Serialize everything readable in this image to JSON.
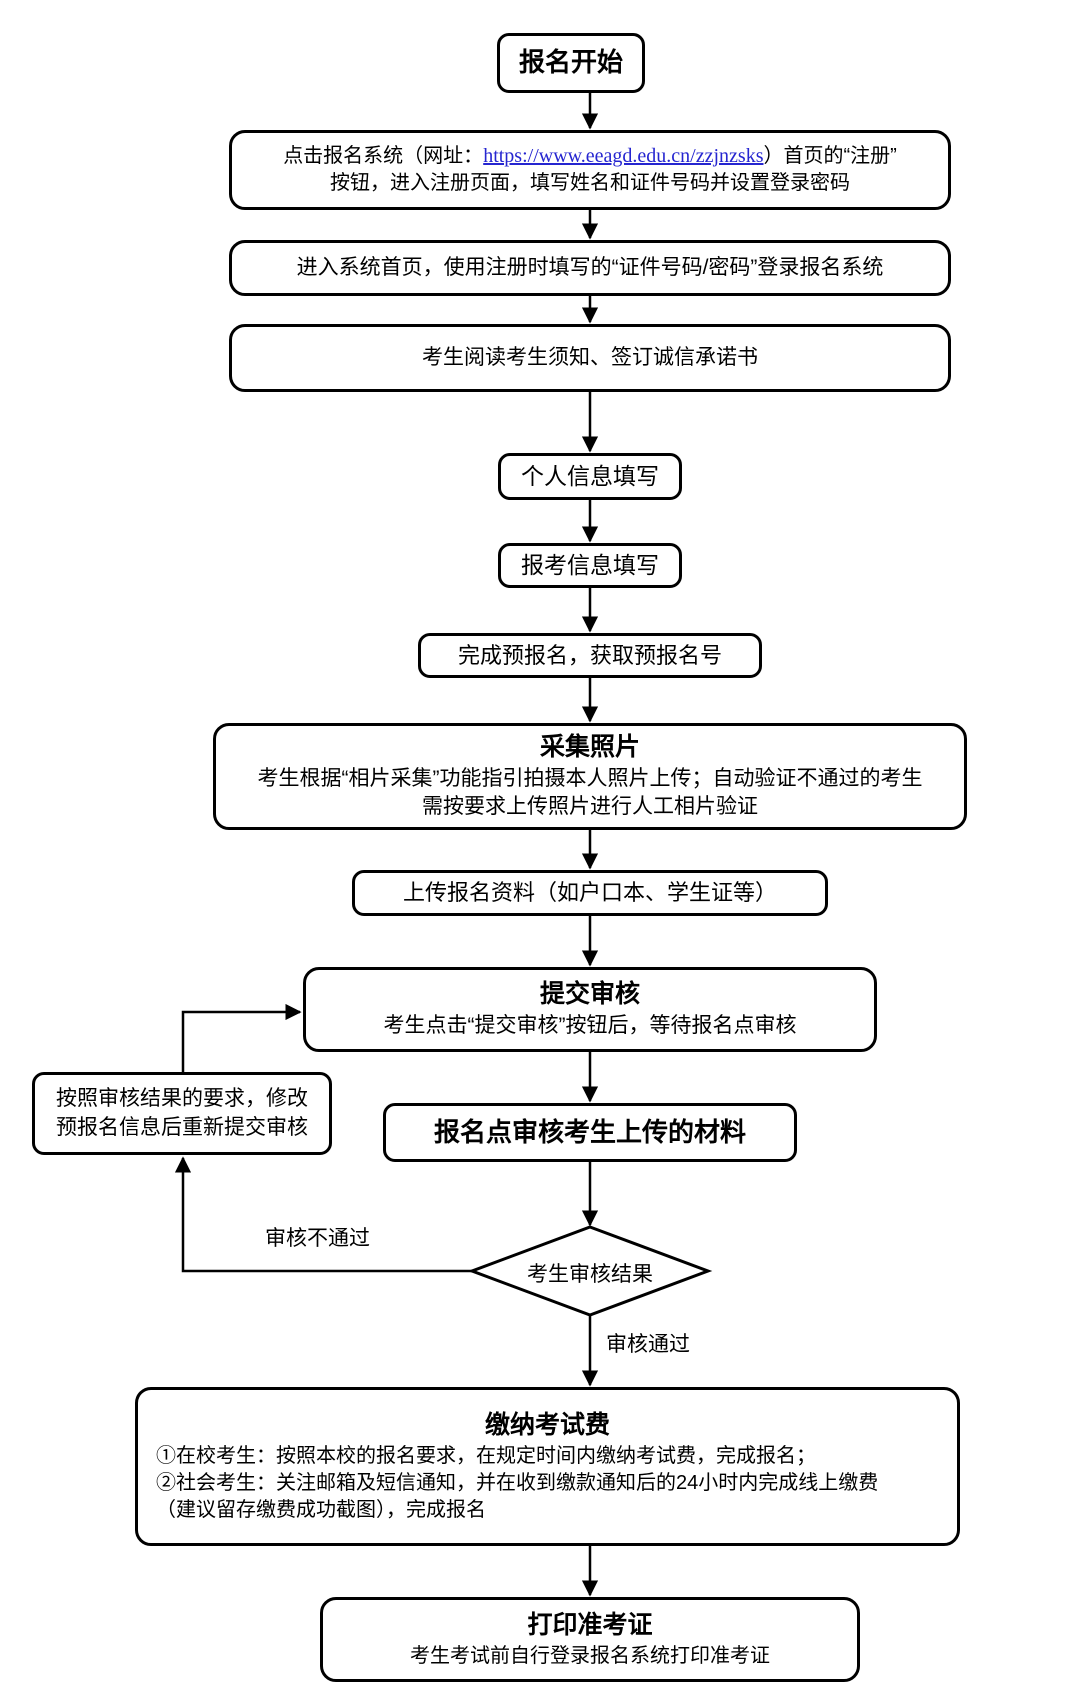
{
  "page": {
    "background": "#ffffff",
    "line_color": "#000000",
    "link_color": "#2525d0"
  },
  "flowchart": {
    "nodes": {
      "start": {
        "title": "报名开始"
      },
      "register": {
        "line1_prefix": "点击报名系统（网址：",
        "link": "https://www.eeagd.edu.cn/zzjnzsks",
        "line1_suffix": "）首页的“注册”",
        "line2": "按钮，进入注册页面，填写姓名和证件号码并设置登录密码"
      },
      "login": {
        "text": "进入系统首页，使用注册时填写的“证件号码/密码”登录报名系统"
      },
      "notice": {
        "text": "考生阅读考生须知、签订诚信承诺书"
      },
      "personal_info": {
        "text": "个人信息填写"
      },
      "exam_info": {
        "text": "报考信息填写"
      },
      "pre_register": {
        "text": "完成预报名，获取预报名号"
      },
      "photo": {
        "title": "采集照片",
        "line1": "考生根据“相片采集”功能指引拍摄本人照片上传；自动验证不通过的考生",
        "line2": "需按要求上传照片进行人工相片验证"
      },
      "upload": {
        "text": "上传报名资料（如户口本、学生证等）"
      },
      "submit": {
        "title": "提交审核",
        "body": "考生点击“提交审核”按钮后，等待报名点审核"
      },
      "fix": {
        "line1": "按照审核结果的要求，修改",
        "line2": "预报名信息后重新提交审核"
      },
      "review": {
        "text": "报名点审核考生上传的材料"
      },
      "decision": {
        "text": "考生审核结果"
      },
      "pay": {
        "title": "缴纳考试费",
        "line1": "①在校考生：按照本校的报名要求，在规定时间内缴纳考试费，完成报名；",
        "line2": "②社会考生：关注邮箱及短信通知，并在收到缴款通知后的24小时内完成线上缴费",
        "line3": "（建议留存缴费成功截图），完成报名"
      },
      "print": {
        "title": "打印准考证",
        "body": "考生考试前自行登录报名系统打印准考证"
      }
    },
    "edge_labels": {
      "fail": "审核不通过",
      "pass": "审核通过"
    }
  }
}
